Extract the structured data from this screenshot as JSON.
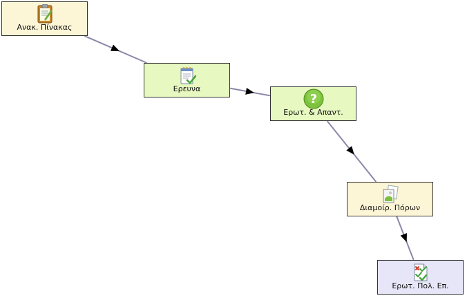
{
  "colors": {
    "node_cream": "#fdf6d6",
    "node_green": "#e7f8c0",
    "node_lavender": "#e7e6f8",
    "edge": "#8a88a8",
    "arrow": "#000000"
  },
  "nodes": [
    {
      "id": "n1",
      "label": "Ανακ. Πίνακας",
      "icon": "clipboard-icon",
      "fill": "#fdf6d6"
    },
    {
      "id": "n2",
      "label": "Ερευνα",
      "icon": "notepad-check-icon",
      "fill": "#e7f8c0"
    },
    {
      "id": "n3",
      "label": "Ερωτ. & Απαντ.",
      "icon": "question-mark-icon",
      "fill": "#e7f8c0"
    },
    {
      "id": "n4",
      "label": "Διαμοίρ. Πόρων",
      "icon": "shared-documents-icon",
      "fill": "#fdf6d6"
    },
    {
      "id": "n5",
      "label": "Ερωτ. Πολ. Επ.",
      "icon": "checklist-document-icon",
      "fill": "#e7e6f8"
    }
  ],
  "edges": [
    {
      "from": "n1",
      "to": "n2"
    },
    {
      "from": "n2",
      "to": "n3"
    },
    {
      "from": "n3",
      "to": "n4"
    },
    {
      "from": "n4",
      "to": "n5"
    }
  ]
}
